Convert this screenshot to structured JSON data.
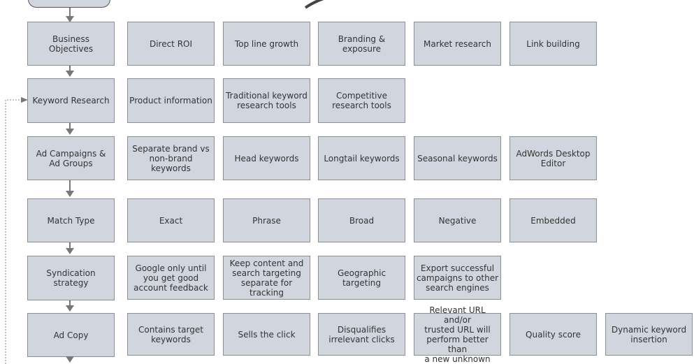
{
  "rows": [
    {
      "main": "Business\nObjectives",
      "items": [
        "Direct ROI",
        "Top line growth",
        "Branding &\nexposure",
        "Market research",
        "Link building"
      ]
    },
    {
      "main": "Keyword Research",
      "items": [
        "Product information",
        "Traditional keyword\nresearch tools",
        "Competitive\nresearch tools"
      ]
    },
    {
      "main": "Ad Campaigns &\nAd Groups",
      "items": [
        "Separate brand vs\nnon-brand keywords",
        "Head keywords",
        "Longtail keywords",
        "Seasonal keywords",
        "AdWords Desktop\nEditor"
      ]
    },
    {
      "main": "Match Type",
      "items": [
        "Exact",
        "Phrase",
        "Broad",
        "Negative",
        "Embedded"
      ]
    },
    {
      "main": "Syndication\nstrategy",
      "items": [
        "Google only until\nyou get good\naccount feedback",
        "Keep content and\nsearch targeting\nseparate for tracking",
        "Geographic\ntargeting",
        "Export successful\ncampaigns to other\nsearch engines"
      ]
    },
    {
      "main": "Ad Copy",
      "items": [
        "Contains target\nkeywords",
        "Sells the click",
        "Disqualifies\nirrelevant clicks",
        "Relevant URL and/or\ntrusted URL will\nperform better than\na new unknown",
        "Quality score",
        "Dynamic keyword\ninsertion"
      ]
    }
  ]
}
